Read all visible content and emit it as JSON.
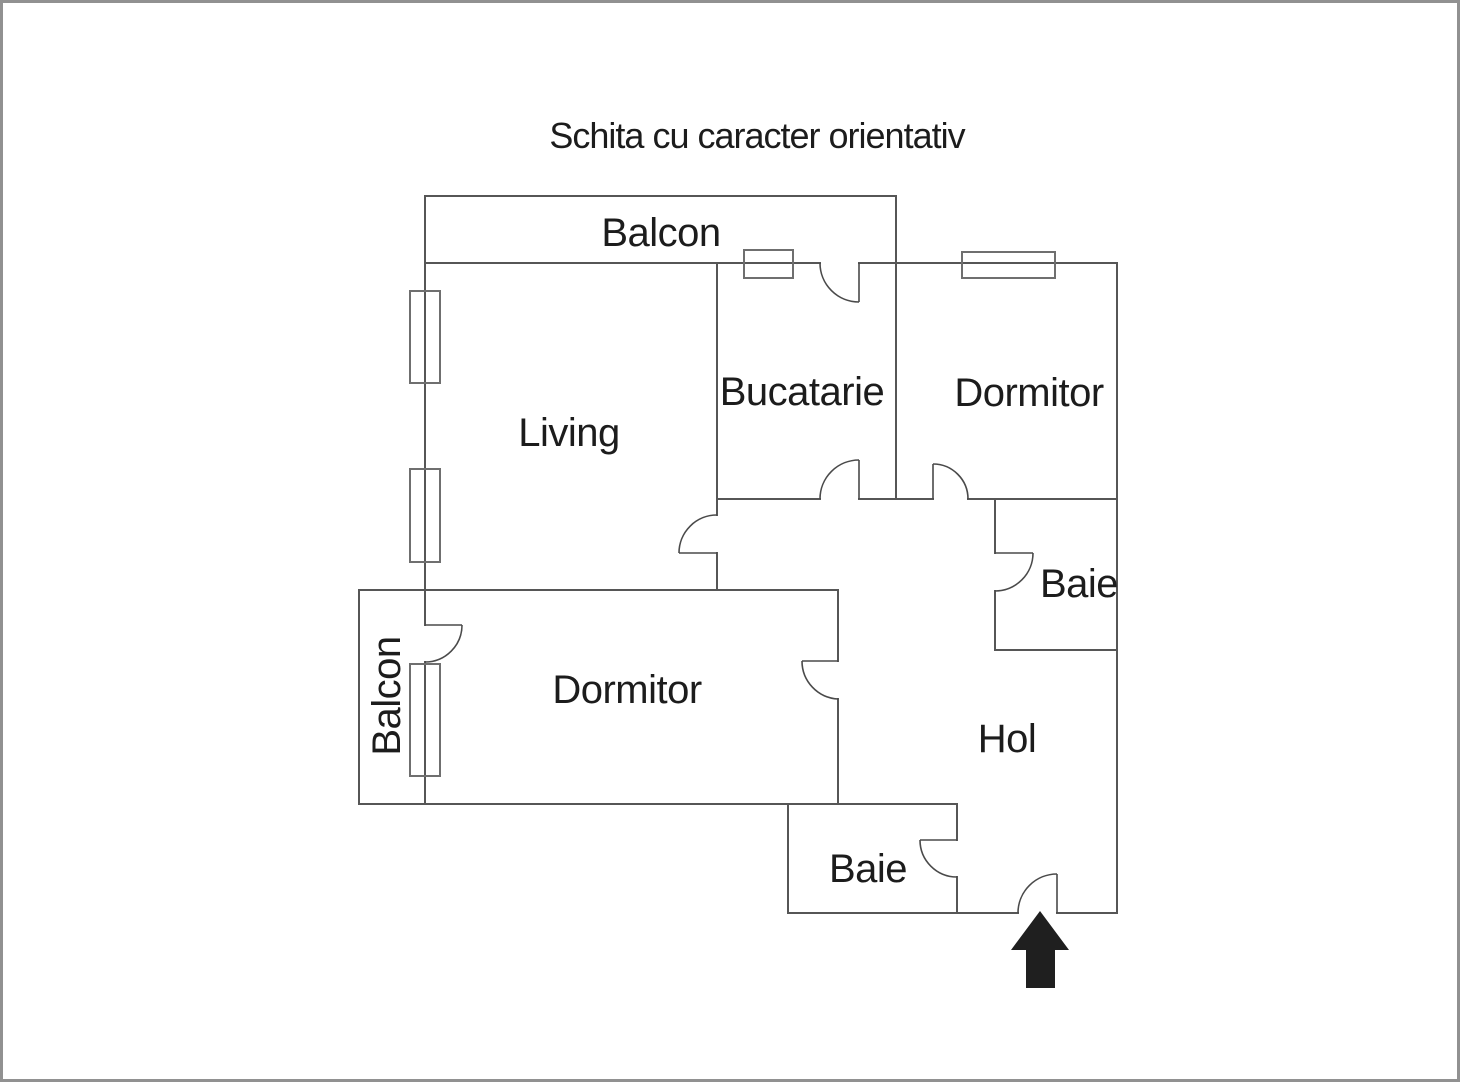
{
  "title": "Schita cu caracter orientativ",
  "rooms": [
    {
      "name": "balcon-top",
      "label": "Balcon"
    },
    {
      "name": "living",
      "label": "Living"
    },
    {
      "name": "bucatarie",
      "label": "Bucatarie"
    },
    {
      "name": "dormitor-top",
      "label": "Dormitor"
    },
    {
      "name": "baie-top",
      "label": "Baie"
    },
    {
      "name": "hol",
      "label": "Hol"
    },
    {
      "name": "dormitor-bottom",
      "label": "Dormitor"
    },
    {
      "name": "balcon-left",
      "label": "Balcon"
    },
    {
      "name": "baie-bottom",
      "label": "Baie"
    }
  ],
  "entrance_arrow_direction": "up",
  "colors": {
    "wall": "#565656",
    "door": "#4a4a4a",
    "window": "#6f6f6f",
    "text": "#1c1c1c",
    "arrow": "#1f1f1f",
    "border": "#919191",
    "background": "#ffffff"
  }
}
